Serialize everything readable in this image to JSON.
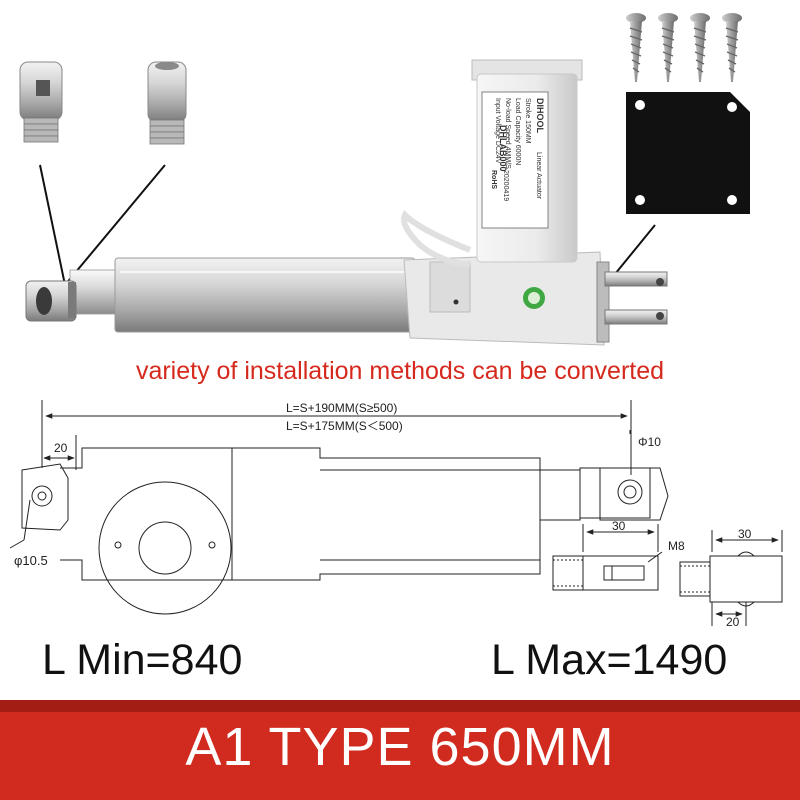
{
  "photo": {
    "caption": "variety of installation methods can be converted",
    "motor_label": {
      "brand": "DIHOOL",
      "model": "DHLAB000",
      "subtitle": "Linear Actuator",
      "lines": [
        "Stroke 150MM",
        "Load Capacity 6000N",
        "No-load Speed 4MM/S",
        "Input Voltage DC24V",
        "20200419",
        "RoHS"
      ]
    }
  },
  "drawing": {
    "length_formula_1": "L=S+190MM(S≥500)",
    "length_formula_2": "L=S+175MM(S＜500)",
    "rear_width": "20",
    "rear_hole": "φ10.5",
    "front_hole": "Φ10",
    "clevis_length": "30",
    "thread": "M8",
    "block_length": "30",
    "block_offset": "20"
  },
  "lengths": {
    "min_label": "L Min=840",
    "max_label": "L Max=1490"
  },
  "banner": {
    "text": "A1 TYPE 650MM",
    "color": "#d12a1f"
  }
}
